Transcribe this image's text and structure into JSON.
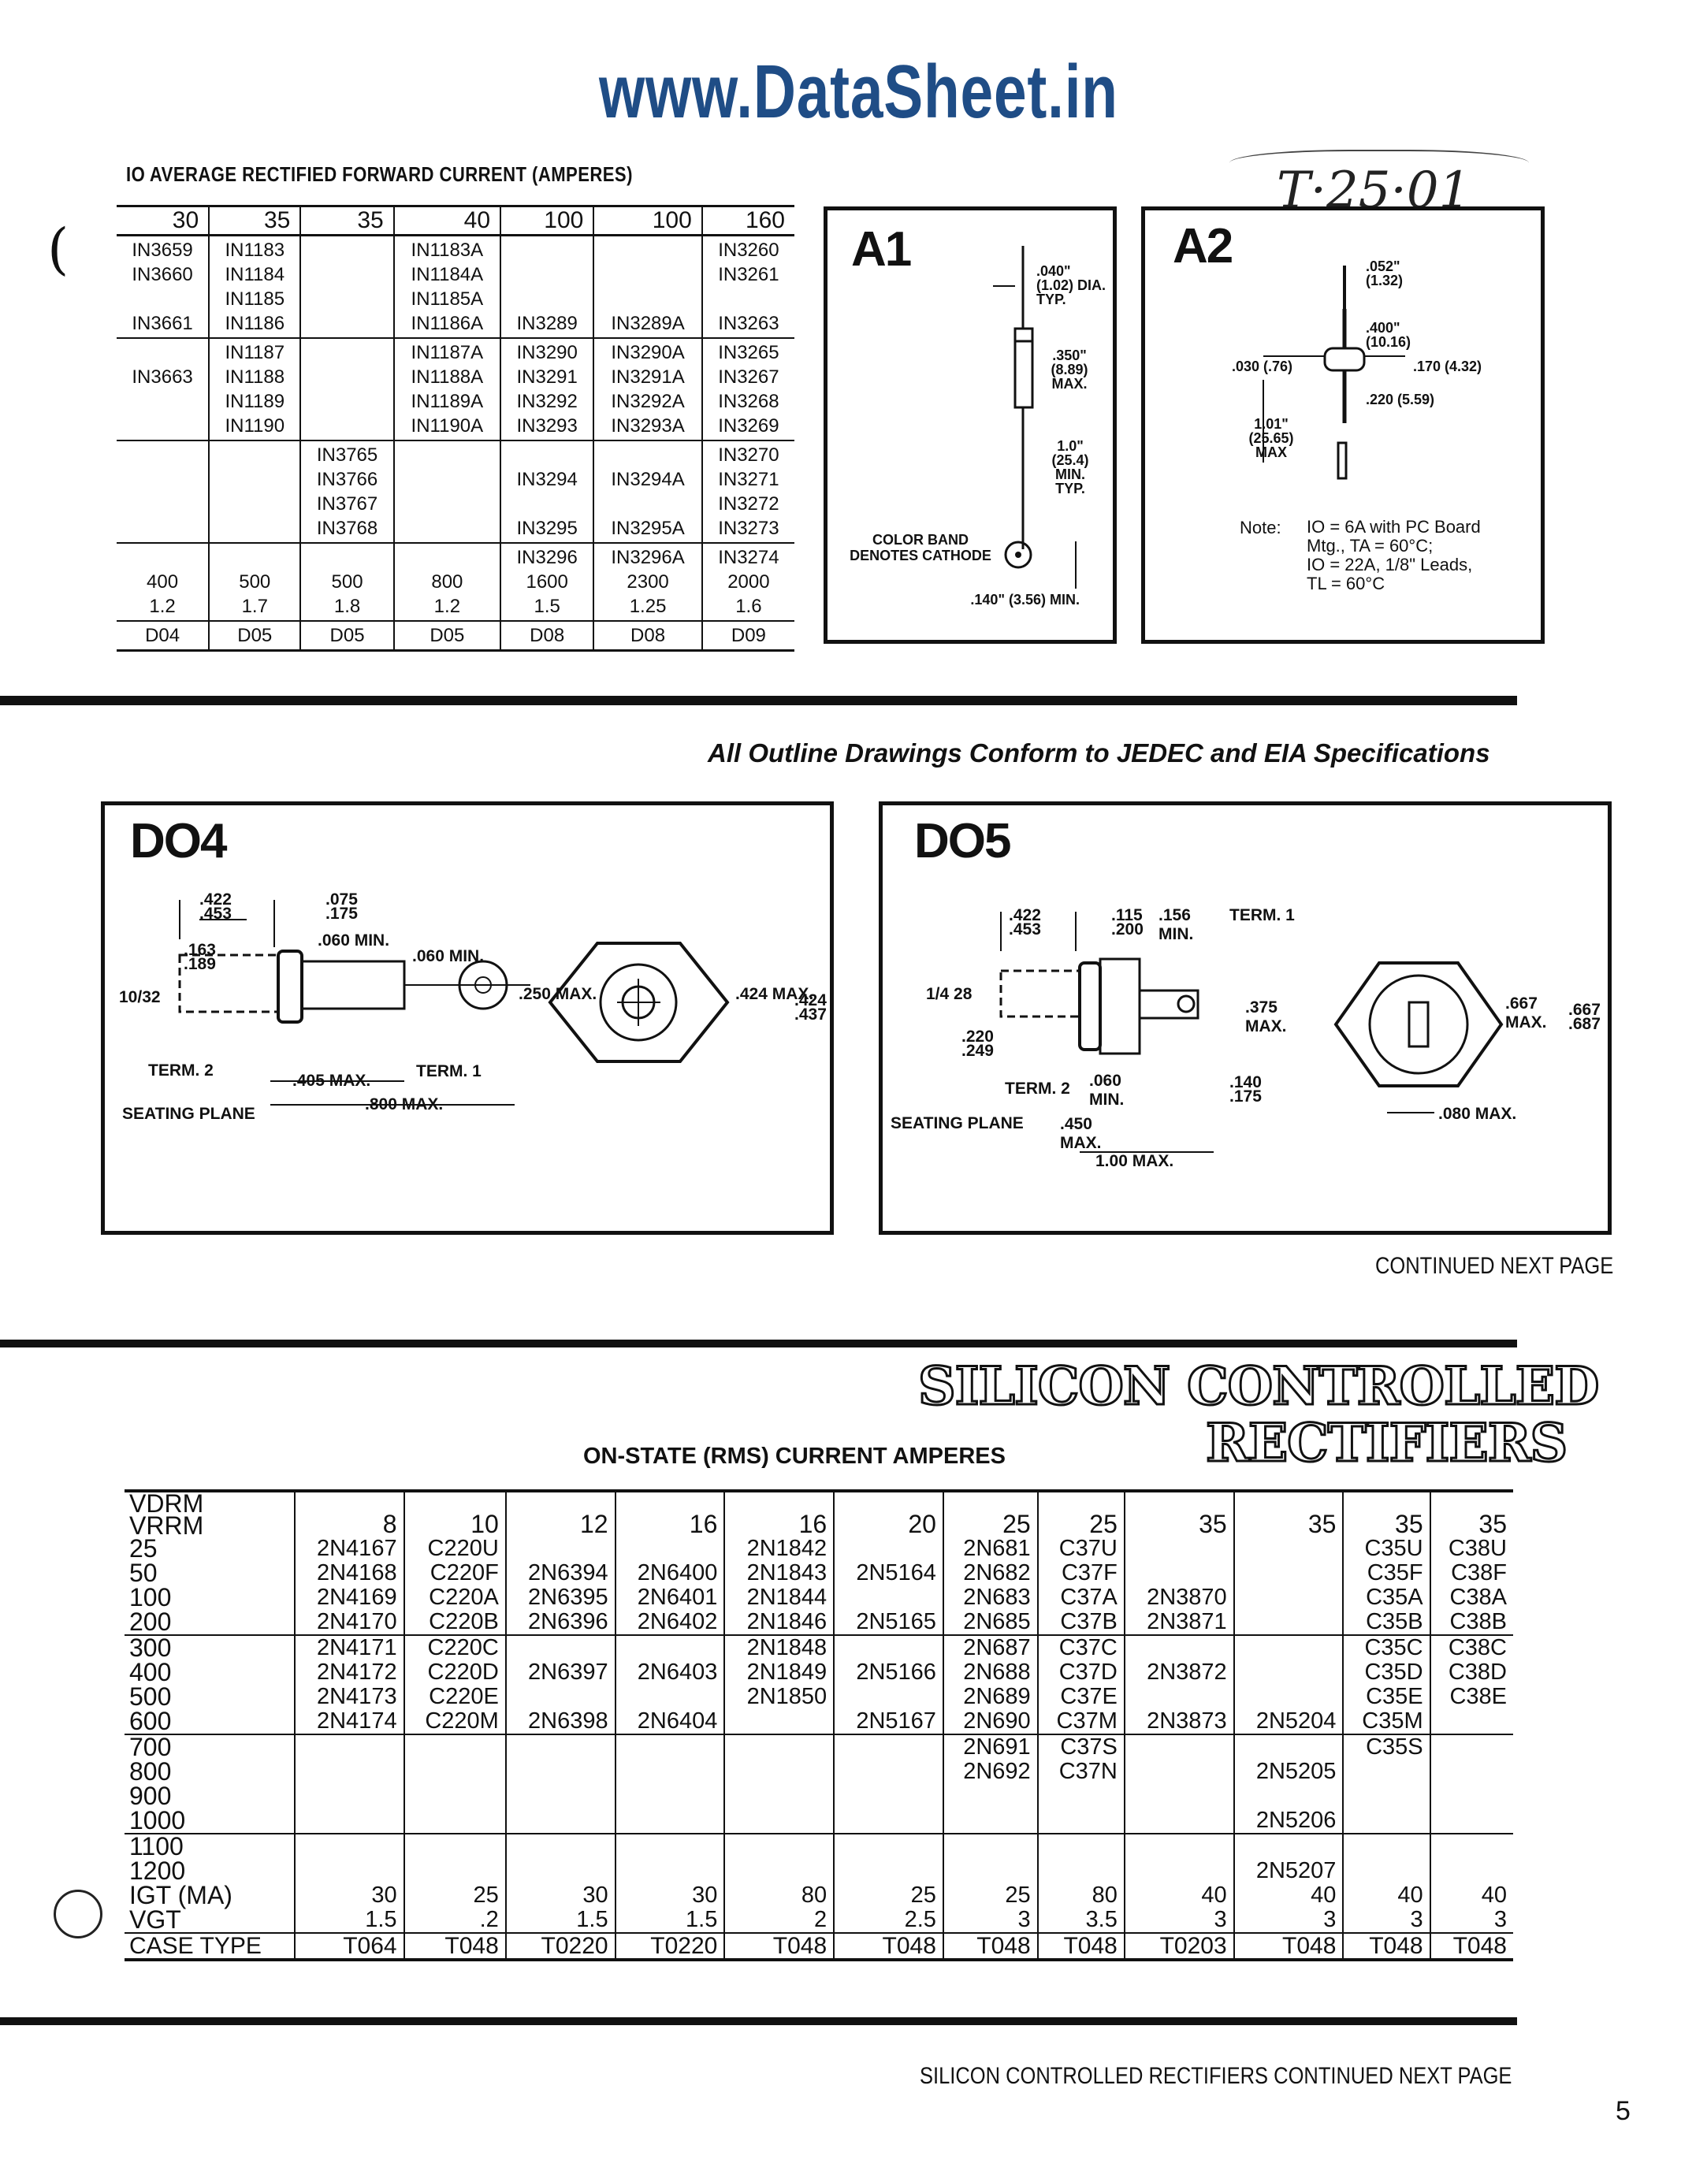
{
  "header": {
    "site": "www.DataSheet.in",
    "handnote": "T·25·01"
  },
  "rectifier_table": {
    "title": "IO AVERAGE RECTIFIED FORWARD CURRENT (AMPERES)",
    "currents": [
      "30",
      "35",
      "35",
      "40",
      "100",
      "100",
      "160"
    ],
    "groups": [
      [
        "IN3659\nIN3660\n\nIN3661",
        "IN1183\nIN1184\nIN1185\nIN1186",
        "",
        "IN1183A\nIN1184A\nIN1185A\nIN1186A",
        "\n\n\nIN3289",
        "\n\n\nIN3289A",
        "IN3260\nIN3261\n\nIN3263"
      ],
      [
        "\nIN3663\n\n",
        "IN1187\nIN1188\nIN1189\nIN1190",
        "",
        "IN1187A\nIN1188A\nIN1189A\nIN1190A",
        "IN3290\nIN3291\nIN3292\nIN3293",
        "IN3290A\nIN3291A\nIN3292A\nIN3293A",
        "IN3265\nIN3267\nIN3268\nIN3269"
      ],
      [
        "",
        "",
        "IN3765\nIN3766\nIN3767\nIN3768",
        "",
        "\nIN3294\n\nIN3295",
        "\nIN3294A\n\nIN3295A",
        "IN3270\nIN3271\nIN3272\nIN3273"
      ],
      [
        "\n400\n1.2",
        "\n500\n1.7",
        "\n500\n1.8",
        "\n800\n1.2",
        "IN3296\n1600\n1.5",
        "IN3296A\n2300\n1.25",
        "IN3274\n2000\n1.6"
      ]
    ],
    "case_types": [
      "D04",
      "D05",
      "D05",
      "D05",
      "D08",
      "D08",
      "D09"
    ]
  },
  "a1": {
    "title": "A1",
    "labels": [
      ".040\" (1.02) DIA. TYP.",
      ".350\" (8.89) MAX.",
      "1.0\" (25.4) MIN. TYP.",
      "COLOR BAND DENOTES CATHODE",
      ".140\" (3.56) MIN."
    ]
  },
  "a2": {
    "title": "A2",
    "labels": [
      ".052\" (1.32)",
      ".400\" (10.16)",
      ".030 (.76)",
      ".170 (4.32)",
      ".220 (5.59)",
      "1.01\" (25.65) MAX"
    ],
    "note_label": "Note:",
    "note_lines": [
      "IO = 6A with PC Board",
      "Mtg., TA = 60°C;",
      "IO = 22A, 1/8\" Leads,",
      "TL = 60°C"
    ]
  },
  "outline_note": "All Outline Drawings Conform to JEDEC and EIA Specifications",
  "do4": {
    "title": "DO4",
    "labels": [
      ".422",
      ".453",
      ".075",
      ".175",
      ".060 MIN.",
      ".163",
      ".189",
      ".060 MIN.",
      "10/32",
      ".250 MAX.",
      ".424 MAX.",
      ".424",
      ".437",
      "TERM. 2",
      ".405 MAX.",
      "TERM. 1",
      "SEATING PLANE",
      ".800 MAX."
    ]
  },
  "do5": {
    "title": "DO5",
    "labels": [
      ".422",
      ".453",
      ".115",
      ".200",
      ".156 MIN.",
      "TERM. 1",
      "1/4 28",
      ".220",
      ".249",
      ".375 MAX.",
      ".667 MAX.",
      ".667",
      ".687",
      "TERM. 2",
      ".060 MIN.",
      ".140",
      ".175",
      "SEATING PLANE",
      ".450 MAX.",
      "1.00 MAX.",
      ".080 MAX."
    ]
  },
  "continued_1": "CONTINUED NEXT PAGE",
  "scr": {
    "title_1": "SILICON CONTROLLED",
    "title_2": "RECTIFIERS",
    "subtitle": "ON-STATE (RMS) CURRENT AMPERES",
    "header_label": "VDRM\nVRRM",
    "currents": [
      "8",
      "10",
      "12",
      "16",
      "16",
      "20",
      "25",
      "25",
      "35",
      "35",
      "35",
      "35"
    ],
    "groups": [
      {
        "label": "25\n50\n100\n200",
        "cells": [
          "2N4167\n2N4168\n2N4169\n2N4170",
          "C220U\nC220F\nC220A\nC220B",
          "\n2N6394\n2N6395\n2N6396",
          "\n2N6400\n2N6401\n2N6402",
          "2N1842\n2N1843\n2N1844\n2N1846",
          "\n2N5164\n\n2N5165",
          "2N681\n2N682\n2N683\n2N685",
          "C37U\nC37F\nC37A\nC37B",
          "\n\n2N3870\n2N3871",
          "",
          "C35U\nC35F\nC35A\nC35B",
          "C38U\nC38F\nC38A\nC38B"
        ]
      },
      {
        "label": "300\n400\n500\n600",
        "cells": [
          "2N4171\n2N4172\n2N4173\n2N4174",
          "C220C\nC220D\nC220E\nC220M",
          "\n2N6397\n\n2N6398",
          "\n2N6403\n\n2N6404",
          "2N1848\n2N1849\n2N1850\n",
          "\n2N5166\n\n2N5167",
          "2N687\n2N688\n2N689\n2N690",
          "C37C\nC37D\nC37E\nC37M",
          "\n2N3872\n\n2N3873",
          "\n\n\n2N5204",
          "C35C\nC35D\nC35E\nC35M",
          "C38C\nC38D\nC38E\n"
        ]
      },
      {
        "label": "700\n800\n900\n1000",
        "cells": [
          "",
          "",
          "",
          "",
          "",
          "",
          "2N691\n2N692",
          "C37S\nC37N",
          "",
          "\n2N5205\n\n2N5206",
          "C35S",
          ""
        ]
      },
      {
        "label": "1100\n1200\nIGT (MA)\nVGT",
        "cells": [
          "\n\n30\n1.5",
          "\n\n25\n.2",
          "\n\n30\n1.5",
          "\n\n30\n1.5",
          "\n\n80\n2",
          "\n\n25\n2.5",
          "\n\n25\n3",
          "\n\n80\n3.5",
          "\n\n40\n3",
          "\n2N5207\n40\n3",
          "\n\n40\n3",
          "\n\n40\n3"
        ]
      }
    ],
    "case_label": "CASE TYPE",
    "case_types": [
      "T064",
      "T048",
      "T0220",
      "T0220",
      "T048",
      "T048",
      "T048",
      "T048",
      "T0203",
      "T048",
      "T048",
      "T048"
    ]
  },
  "continued_2": "SILICON CONTROLLED RECTIFIERS CONTINUED NEXT PAGE",
  "page_number": "5"
}
